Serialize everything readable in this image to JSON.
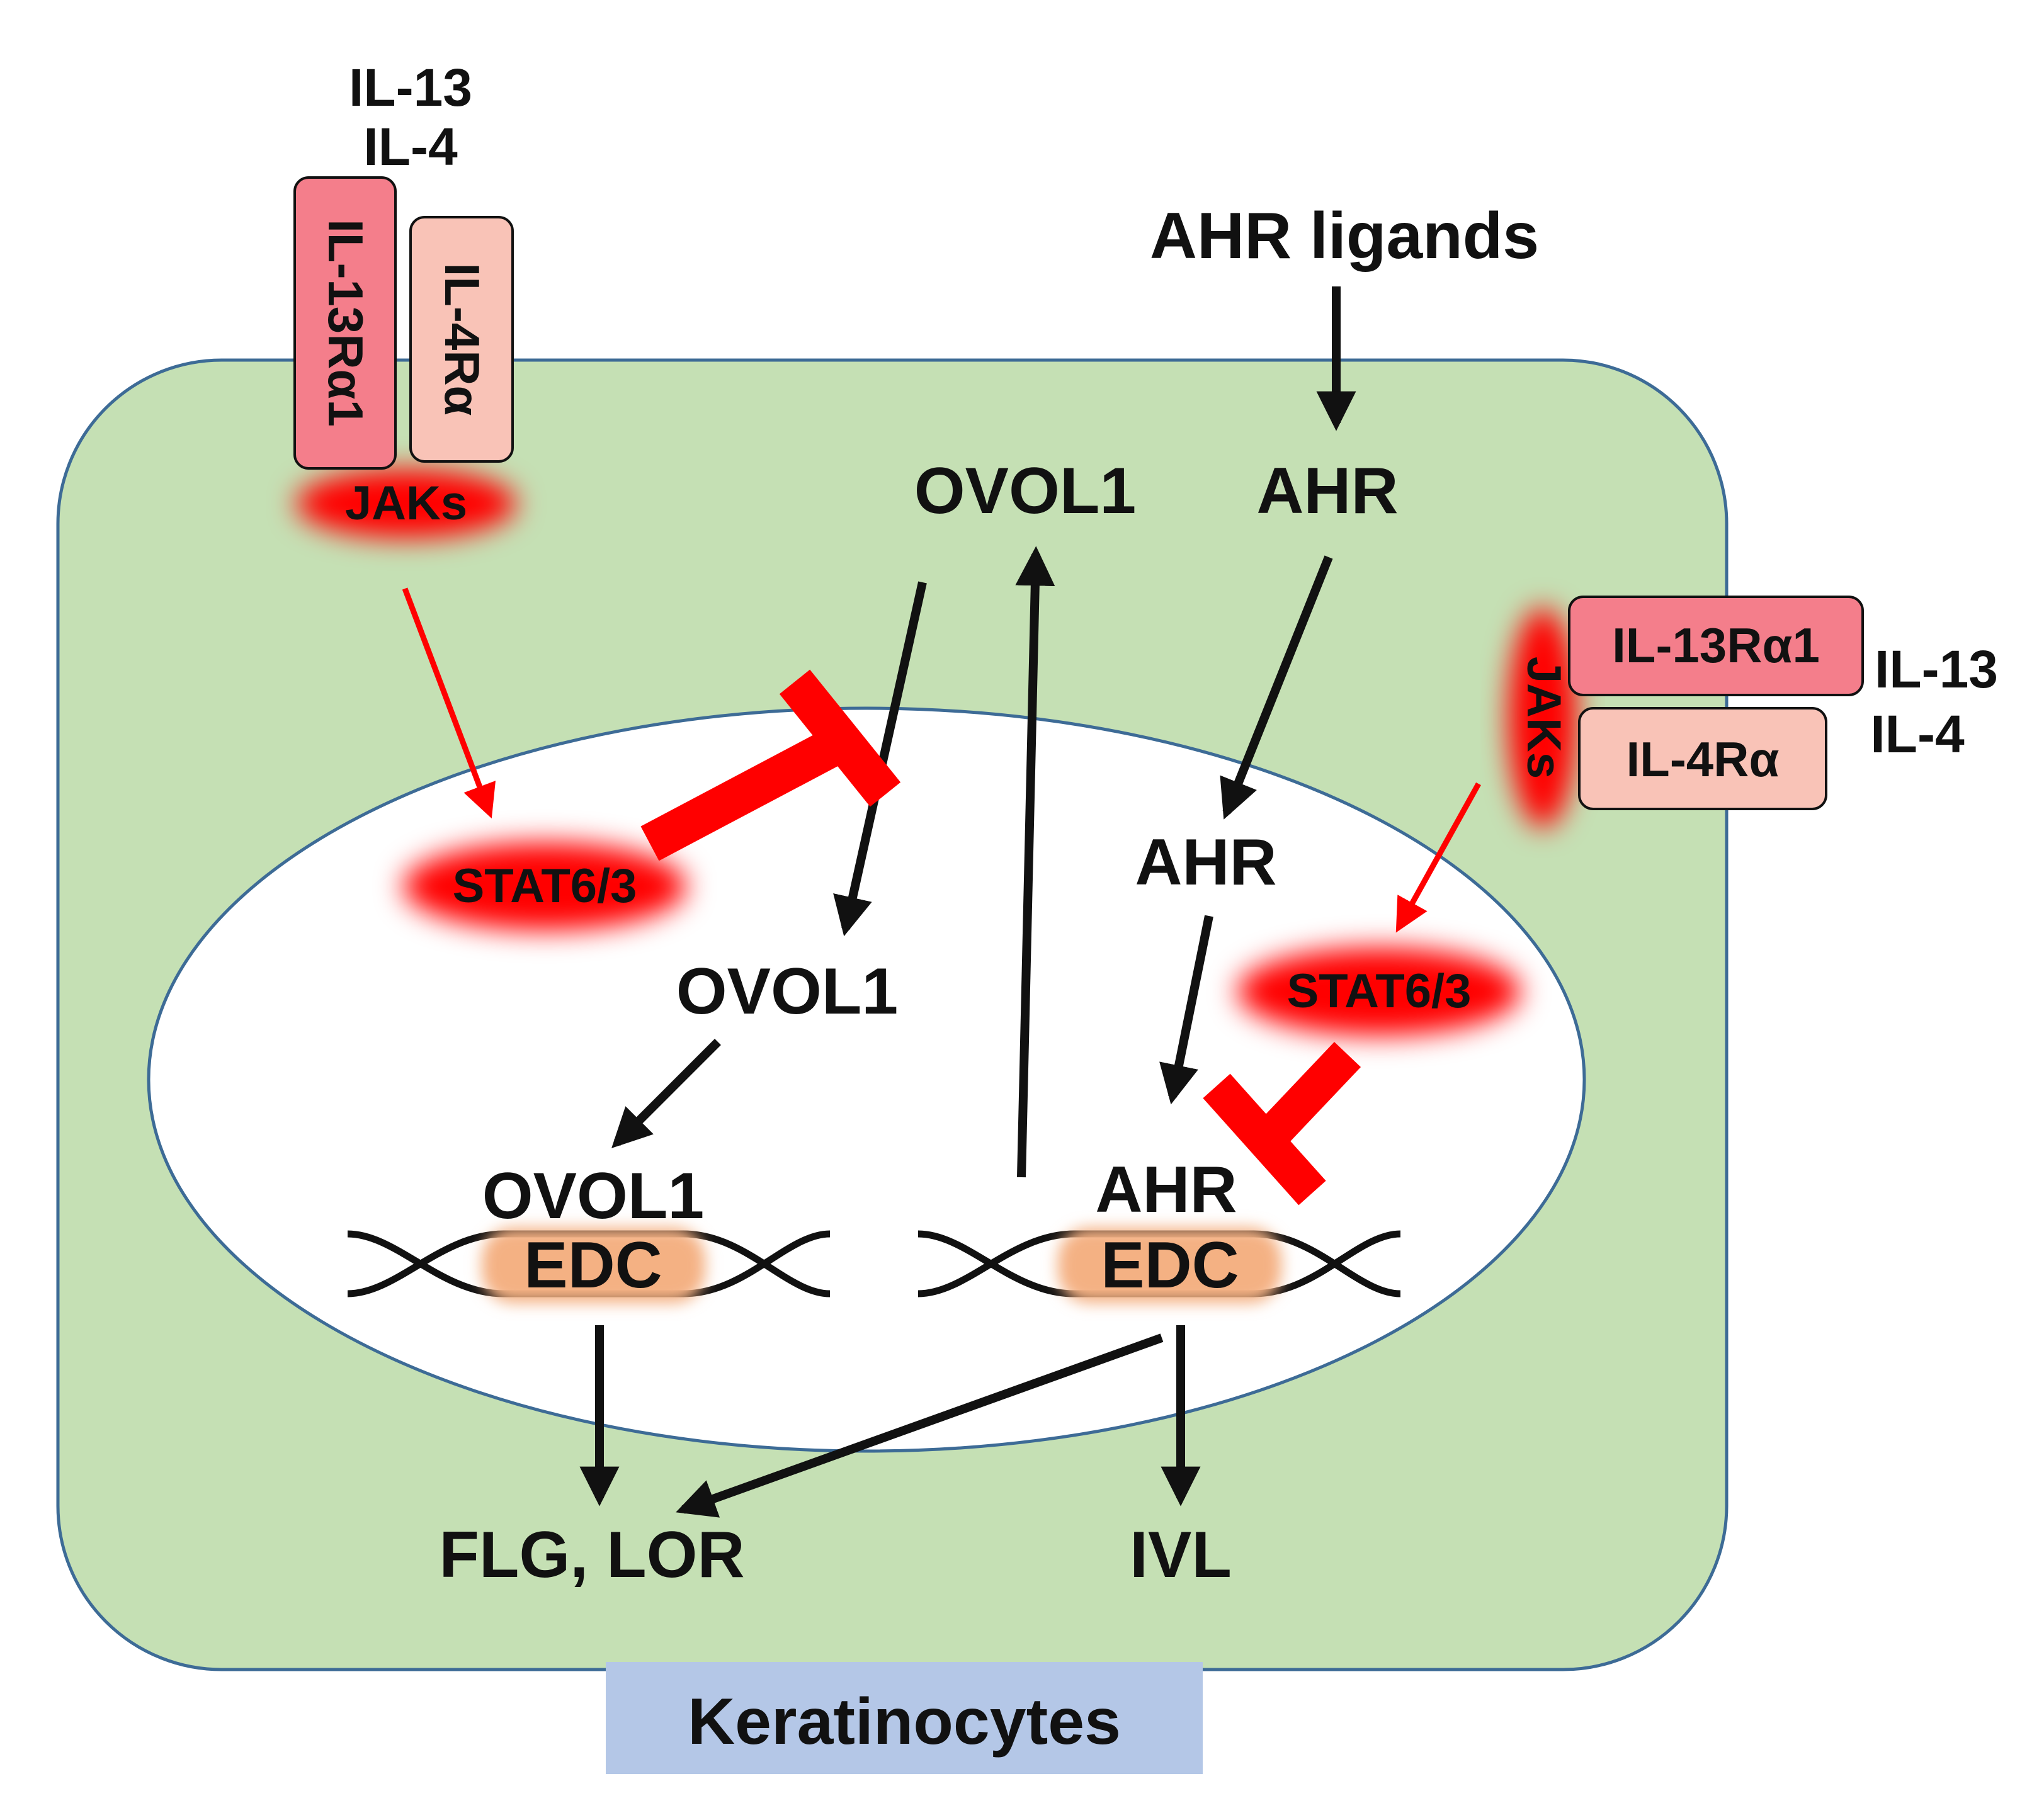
{
  "colors": {
    "cytoplasm": "#c5e0b4",
    "cell_border": "#3d6b96",
    "nucleus": "#ffffff",
    "receptor_a": "#f47e8b",
    "receptor_b": "#f9c3b7",
    "signal_red": "#ff0000",
    "edc_glow": "#f4b183",
    "label_box": "#b4c7e7",
    "arrow_black": "#111111"
  },
  "ligands": {
    "left": {
      "il13": "IL-13",
      "il4": "IL-4"
    },
    "right": {
      "il13": "IL-13",
      "il4": "IL-4"
    }
  },
  "receptors": {
    "left": {
      "alpha1": "IL-13Rα1",
      "il4r": "IL-4Rα",
      "jaks": "JAKs"
    },
    "right": {
      "alpha1": "IL-13Rα1",
      "il4r": "IL-4Rα",
      "jaks": "JAKs"
    }
  },
  "stat": {
    "left": "STAT6/3",
    "right": "STAT6/3"
  },
  "ahr": {
    "ligands": "AHR ligands",
    "cytoplasm": "AHR",
    "nucleus": "AHR",
    "on_dna": "AHR"
  },
  "ovol1": {
    "cytoplasm": "OVOL1",
    "nucleus": "OVOL1",
    "on_dna": "OVOL1"
  },
  "dna": {
    "left_edc": "EDC",
    "right_edc": "EDC"
  },
  "outputs": {
    "flg_lor": "FLG, LOR",
    "ivl": "IVL"
  },
  "cell_label": "Keratinocytes"
}
